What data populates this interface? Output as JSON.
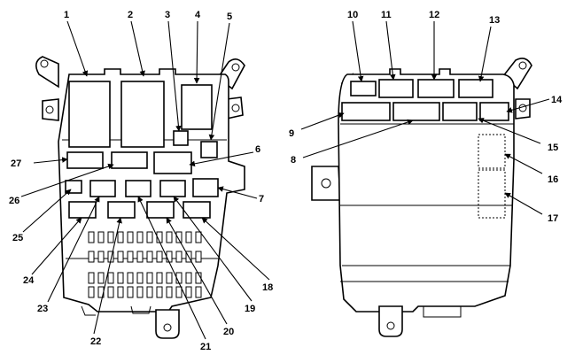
{
  "callouts": {
    "n1": "1",
    "n2": "2",
    "n3": "3",
    "n4": "4",
    "n5": "5",
    "n6": "6",
    "n7": "7",
    "n8": "8",
    "n9": "9",
    "n10": "10",
    "n11": "11",
    "n12": "12",
    "n13": "13",
    "n14": "14",
    "n15": "15",
    "n16": "16",
    "n17": "17",
    "n18": "18",
    "n19": "19",
    "n20": "20",
    "n21": "21",
    "n22": "22",
    "n23": "23",
    "n24": "24",
    "n25": "25",
    "n26": "26",
    "n27": "27"
  }
}
